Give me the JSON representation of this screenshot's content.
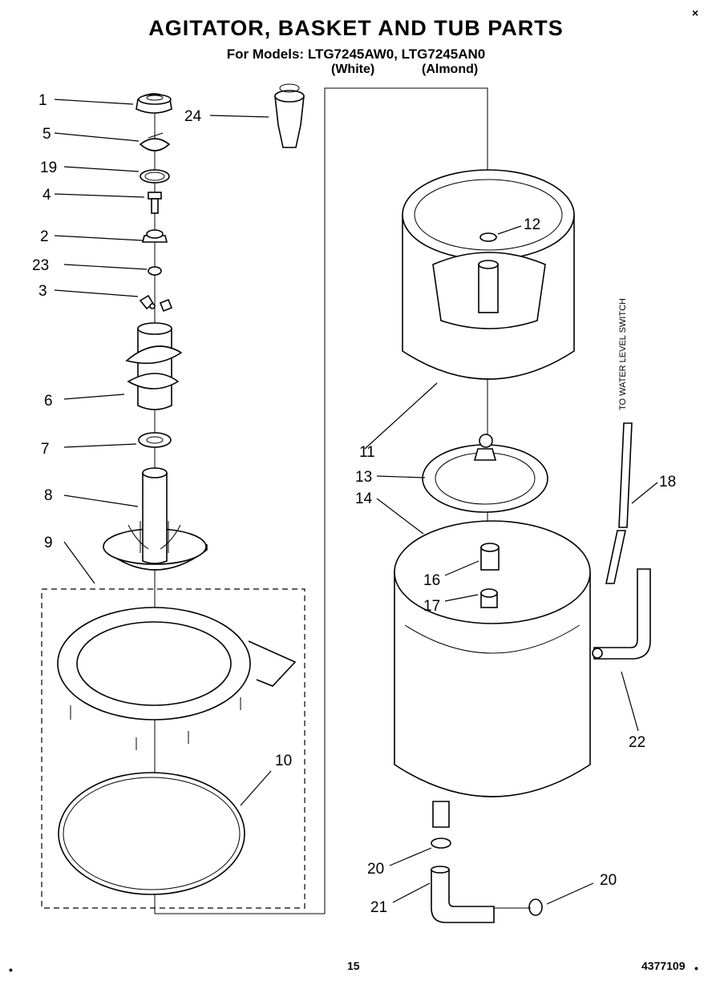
{
  "header": {
    "title": "AGITATOR, BASKET AND TUB PARTS",
    "models": "For Models: LTG7245AW0, LTG7245AN0",
    "variant_white": "(White)",
    "variant_almond": "(Almond)"
  },
  "callouts": [
    "1",
    "5",
    "19",
    "4",
    "2",
    "23",
    "3",
    "6",
    "7",
    "8",
    "9",
    "10",
    "24",
    "12",
    "11",
    "13",
    "14",
    "16",
    "17",
    "18",
    "20",
    "21",
    "20",
    "22"
  ],
  "note": "TO WATER LEVEL SWITCH",
  "footer": {
    "page_number": "15",
    "part_number": "4377109"
  }
}
